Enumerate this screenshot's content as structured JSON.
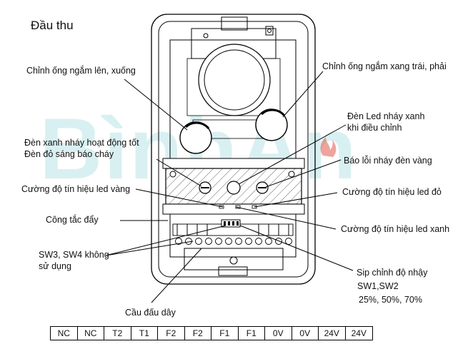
{
  "title": "Đầu thu",
  "watermark": "BìnhAn",
  "labels": {
    "tilt_updown": "Chỉnh ống ngắm lên, xuống",
    "tilt_leftright": "Chỉnh ống ngắm xang trái, phải",
    "led_green_blink_line1": "Đèn Led nháy xanh",
    "led_green_blink_line2": "khi điều chỉnh",
    "green_red_line1": "Đèn xanh nháy hoạt động tốt",
    "green_red_line2": "Đèn đỏ sáng báo cháy",
    "error_yellow": "Báo lỗi nháy đèn vàng",
    "signal_yellow": "Cường độ tín hiệu led vàng",
    "signal_red": "Cường độ tín hiệu led đỏ",
    "push_switch": "Công tắc đẩy",
    "signal_green": "Cường độ tín hiệu led xanh",
    "sw34_line1": "SW3, SW4 không",
    "sw34_line2": "sử dụng",
    "sensitivity_line1": "Sip chỉnh độ nhậy",
    "sensitivity_line2": "SW1,SW2",
    "sensitivity_line3": "25%, 50%, 70%",
    "terminal_block": "Cầu đấu dây"
  },
  "terminals": [
    "NC",
    "NC",
    "T2",
    "T1",
    "F2",
    "F2",
    "F1",
    "F1",
    "0V",
    "0V",
    "24V",
    "24V"
  ],
  "colors": {
    "watermark": "#7cc8d2",
    "flame": "#e05a4a",
    "line": "#000000"
  }
}
